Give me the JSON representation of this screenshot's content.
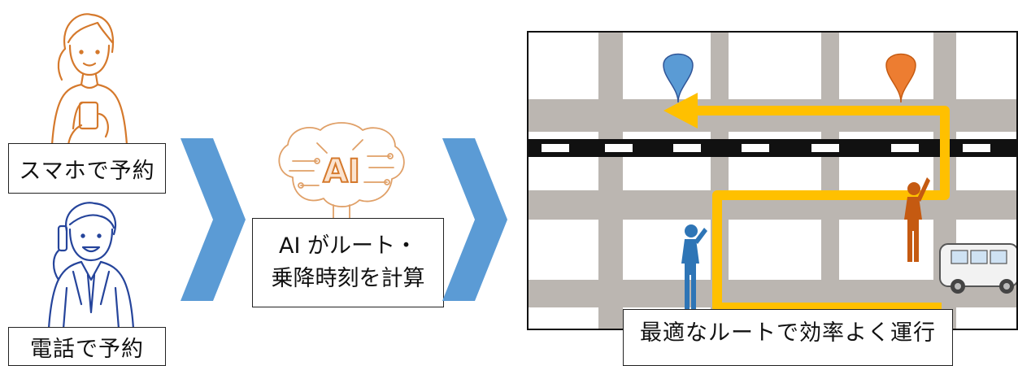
{
  "labels": {
    "smartphone": "スマホで予約",
    "phone": "電話で予約",
    "ai_line1": "AI がルート・",
    "ai_line2": "乗降時刻を計算",
    "ai_badge": "AI",
    "caption": "最適なルートで効率よく運行"
  },
  "icons": [
    "woman-smartphone-icon",
    "man-phone-icon",
    "ai-brain-icon",
    "chevron-right-icon",
    "map-pin-icon",
    "person-waving-icon",
    "minibus-icon"
  ],
  "colors": {
    "orange": "#d5792c",
    "navy": "#25449b",
    "chevron": "#5b9bd5",
    "road": "#bbb6b1",
    "route": "#ffc000",
    "pin_blue": "#5a9bd5",
    "pin_orange": "#ed7d31",
    "person_blue": "#2e75b6",
    "person_orange": "#c55a11"
  }
}
